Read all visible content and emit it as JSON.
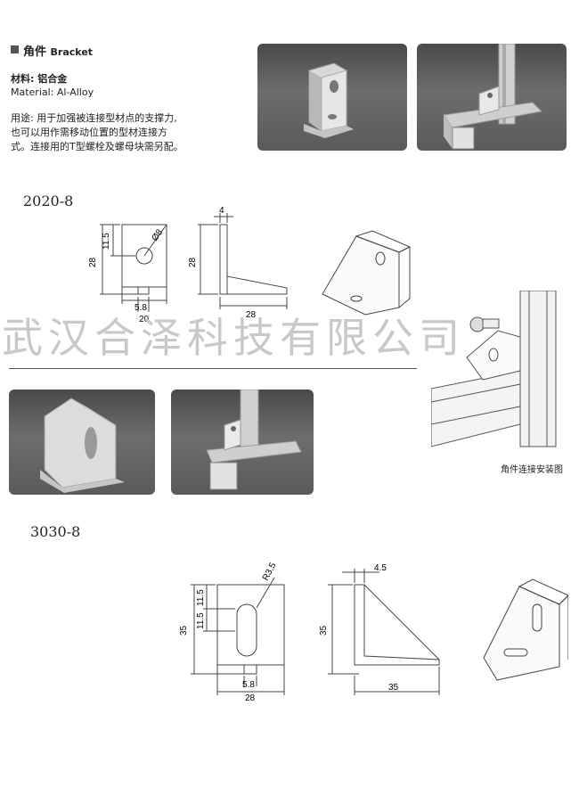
{
  "header": {
    "title_cn": "角件",
    "title_en": "Bracket",
    "material_cn": "材料: 铝合金",
    "material_en": "Material: Al-Alloy",
    "usage_line1": "用途: 用于加强被连接型材点的支撑力,",
    "usage_line2": "也可以用作需移动位置的型材连接方",
    "usage_line3": "式。连接用的T型螺栓及螺母块需另配。"
  },
  "models": {
    "first": "2020-8",
    "second": "3030-8"
  },
  "watermark": "武汉合泽科技有限公司",
  "install_caption": "角件连接安装图",
  "dims_2020": {
    "height": "28",
    "top_offset": "11.5",
    "hole": "Ø8",
    "slot_width": "5.8",
    "base_width": "20",
    "thickness": "4",
    "side_height": "28",
    "side_base": "28"
  },
  "dims_3030": {
    "radius": "R3.5",
    "height": "35",
    "top_offset": "11.5",
    "slot_offset": "11.5",
    "slot_width": "5.8",
    "base_width": "28",
    "thickness": "4.5",
    "side_height": "35",
    "side_base": "35"
  }
}
